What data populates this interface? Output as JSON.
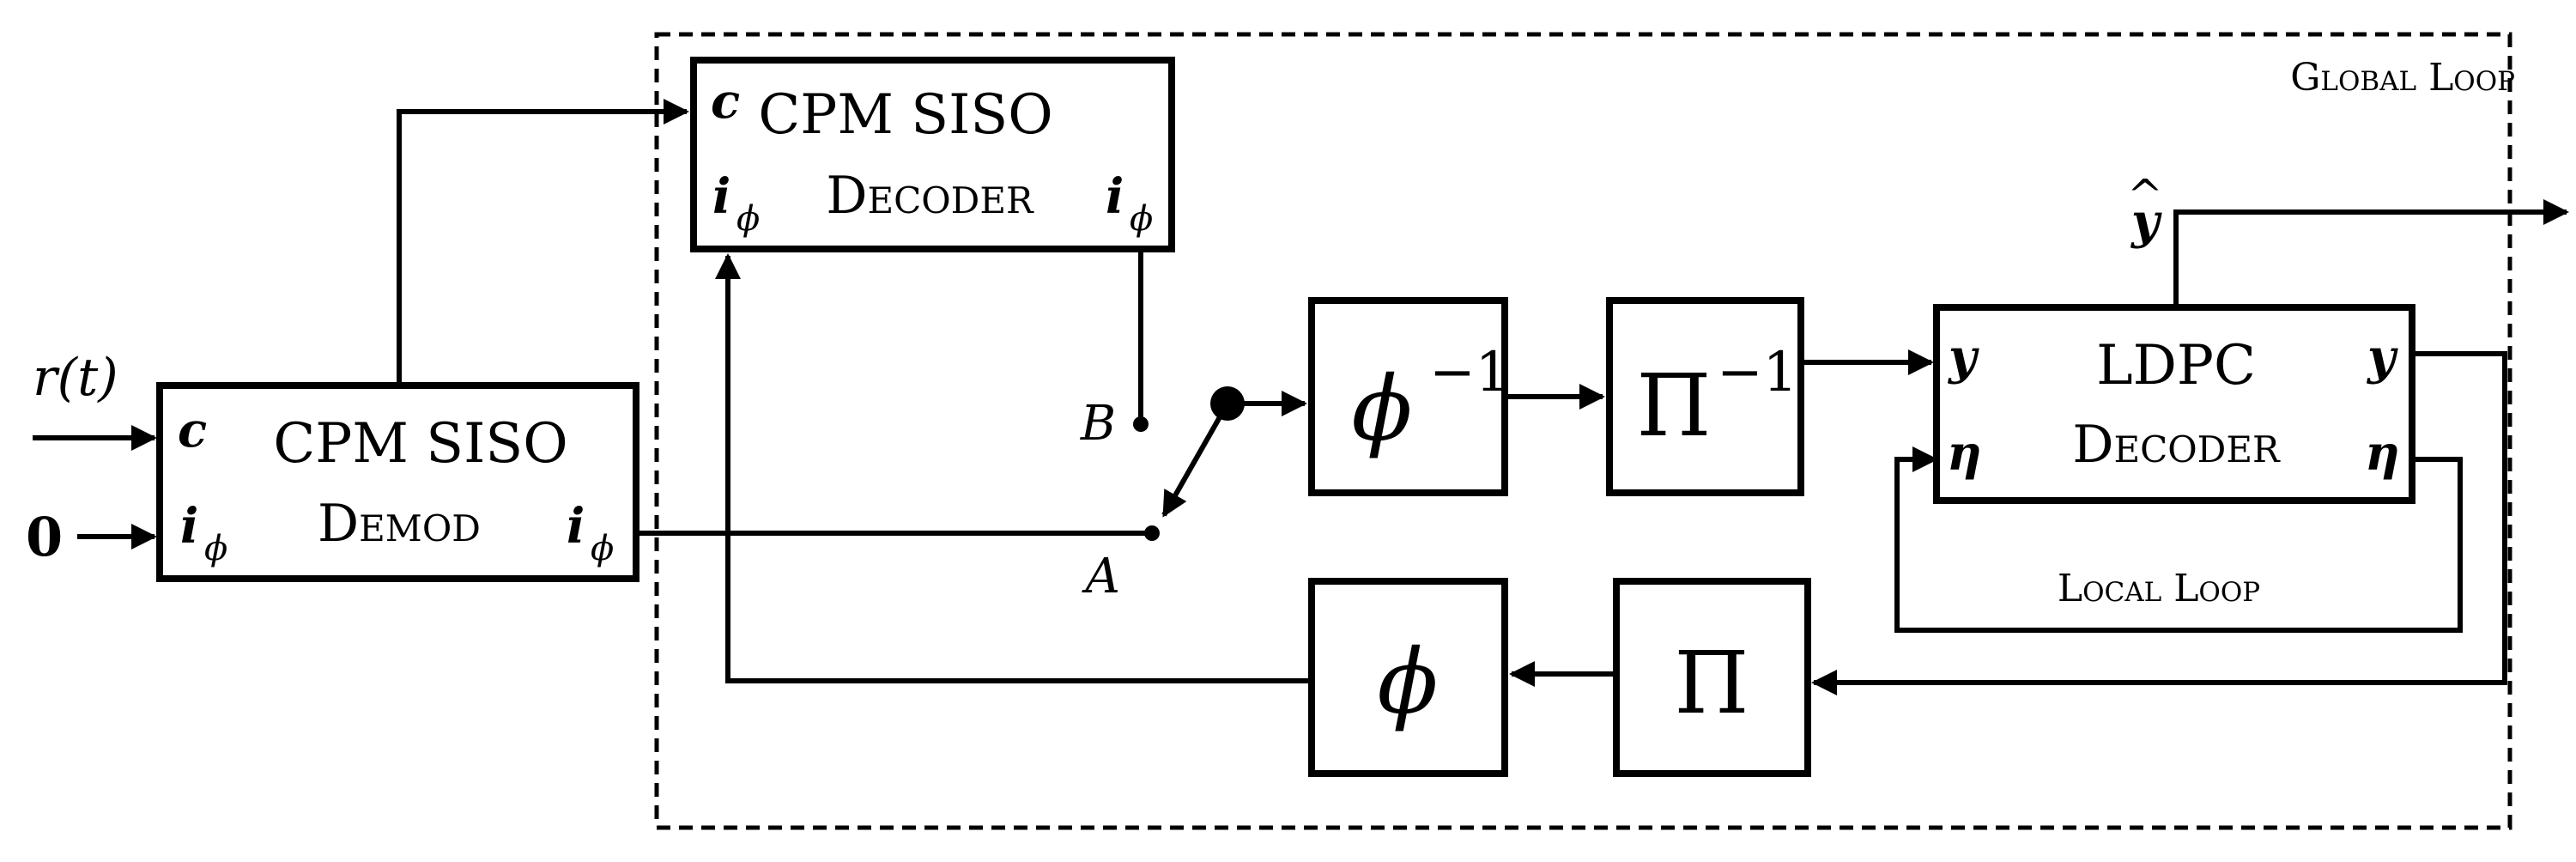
{
  "frames": {
    "global_loop": "Global Loop",
    "local_loop": "Local Loop"
  },
  "inputs": {
    "received": "r(t)",
    "zero": "0"
  },
  "blocks": {
    "demod": {
      "title": "CPM SISO",
      "subtitle": "Demod",
      "port_c": "c",
      "port_i_in": "i",
      "port_i_out": "i",
      "port_i_sub": "ϕ"
    },
    "decoder": {
      "title": "CPM SISO",
      "subtitle": "Decoder",
      "port_c": "c",
      "port_i_in": "i",
      "port_i_out": "i",
      "port_i_sub": "ϕ"
    },
    "phi_inv": {
      "symbol": "ϕ",
      "exponent": "−1"
    },
    "pi_inv": {
      "symbol": "Π",
      "exponent": "−1"
    },
    "ldpc": {
      "title": "LDPC",
      "subtitle": "Decoder",
      "port_y_in": "y",
      "port_eta_in": "η",
      "port_y_out": "y",
      "port_eta_out": "η"
    },
    "phi": {
      "symbol": "ϕ"
    },
    "pi": {
      "symbol": "Π"
    }
  },
  "switch": {
    "terminal_a": "A",
    "terminal_b": "B"
  },
  "output": {
    "y_hat": "y",
    "hat": "^"
  }
}
